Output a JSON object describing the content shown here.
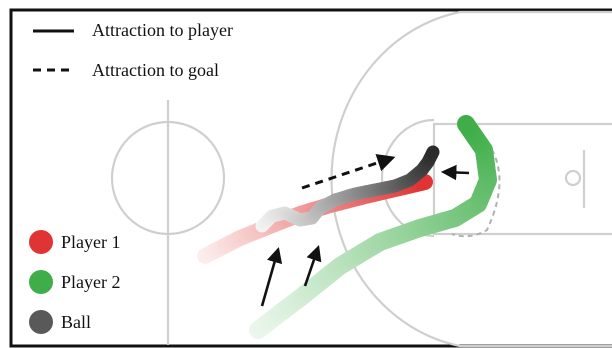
{
  "legend_top": {
    "solid_label": "Attraction to player",
    "dashed_label": "Attraction to goal"
  },
  "legend_bottom": [
    {
      "label": "Player 1",
      "color": "#e03434"
    },
    {
      "label": "Player 2",
      "color": "#3fae49"
    },
    {
      "label": "Ball",
      "color": "#595959"
    }
  ],
  "colors": {
    "player1": "#e03434",
    "player2": "#3fae49",
    "ball": "#2b2b2b",
    "court_lines": "#cfcfcf",
    "arrows": "#111111"
  }
}
